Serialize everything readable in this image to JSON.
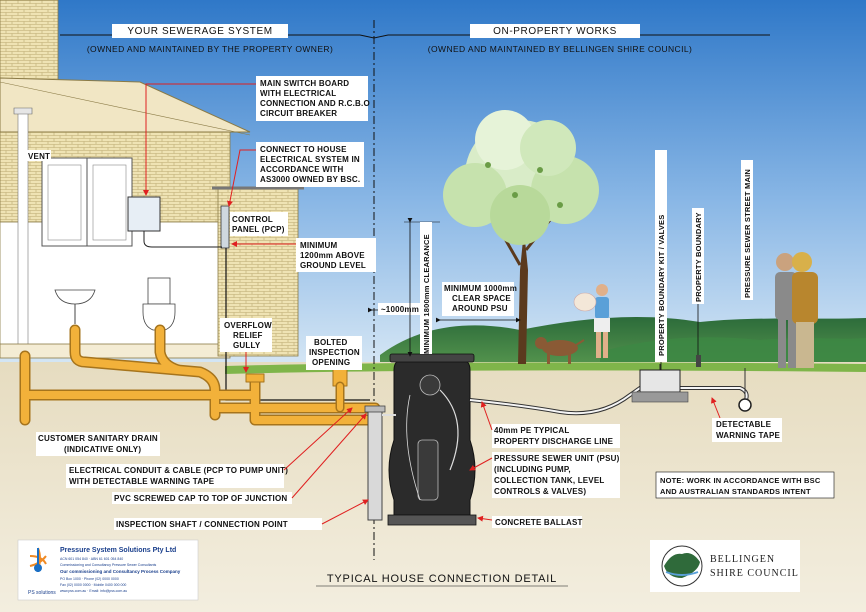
{
  "headers": {
    "left_title": "YOUR SEWERAGE SYSTEM",
    "left_sub": "(OWNED AND MAINTAINED BY THE PROPERTY OWNER)",
    "right_title": "ON-PROPERTY WORKS",
    "right_sub": "(OWNED AND MAINTAINED BY BELLINGEN SHIRE COUNCIL)"
  },
  "labels": {
    "switchboard": [
      "MAIN SWITCH BOARD",
      "WITH ELECTRICAL",
      "CONNECTION AND R.C.B.O",
      "CIRCUIT BREAKER"
    ],
    "connect_house": [
      "CONNECT TO HOUSE",
      "ELECTRICAL SYSTEM IN",
      "ACCORDANCE WITH",
      "AS3000 OWNED BY BSC."
    ],
    "vent": "VENT",
    "control_panel": [
      "CONTROL",
      "PANEL (PCP)"
    ],
    "minimum_height": [
      "MINIMUM",
      "1200mm ABOVE",
      "GROUND LEVEL"
    ],
    "overflow": [
      "OVERFLOW",
      "RELIEF",
      "GULLY"
    ],
    "bolted": [
      "BOLTED",
      "INSPECTION",
      "OPENING"
    ],
    "dim_1000": "~1000mm",
    "clearance_vertical": "MINIMUM 1800mm CLEARANCE",
    "clear_space": [
      "MINIMUM 1000mm",
      "CLEAR SPACE",
      "AROUND PSU"
    ],
    "boundary_kit": "PROPERTY BOUNDARY KIT / VALVES",
    "property_boundary": "PROPERTY BOUNDARY",
    "street_main": "PRESSURE SEWER STREET MAIN",
    "customer_drain": [
      "CUSTOMER SANITARY DRAIN",
      "(INDICATIVE ONLY)"
    ],
    "conduit": [
      "ELECTRICAL CONDUIT & CABLE (PCP TO PUMP UNIT)",
      "WITH DETECTABLE WARNING TAPE"
    ],
    "pvc_cap": "PVC SCREWED CAP TO TOP OF JUNCTION",
    "inspection_shaft": "INSPECTION SHAFT / CONNECTION POINT",
    "discharge_line": [
      "40mm PE TYPICAL",
      "PROPERTY DISCHARGE LINE"
    ],
    "psu": [
      "PRESSURE SEWER UNIT (PSU)",
      "(INCLUDING PUMP,",
      "COLLECTION TANK, LEVEL",
      "CONTROLS & VALVES)"
    ],
    "concrete": "CONCRETE BALLAST",
    "warning_tape": [
      "DETECTABLE",
      "WARNING TAPE"
    ],
    "note": [
      "NOTE: WORK IN ACCORDANCE WITH BSC",
      "AND AUSTRALIAN STANDARDS INTENT"
    ]
  },
  "title": "TYPICAL HOUSE CONNECTION DETAIL",
  "logo_left": {
    "name": "Pressure System Solutions Pty Ltd",
    "line1": "ACN 601 054 840 · ABN 61 601 054 840",
    "line2": "Commissioning and Consultancy Pressure Sewer Consultants",
    "line3": "Our commissioning and Consultancy Process Company",
    "line4": "PO Box 1000 · Phone (02) 0000 0000",
    "line5": "Fax (02) 0000 0000 · Mobile 0400 000 000",
    "line6": "www.pss.com.au · Email: info@pss.com.au",
    "brand": "PS solutions"
  },
  "logo_right": {
    "line1": "BELLINGEN",
    "line2": "SHIRE COUNCIL"
  },
  "colors": {
    "sky_top": "#2f78c8",
    "sky_bottom": "#c9def2",
    "ground": "#ece4cf",
    "grass": "#7fb54a",
    "pipe": "#f2b13a",
    "brick": "#e8d9a3",
    "red_leader": "#e02020",
    "tank": "#2b2b2b"
  }
}
